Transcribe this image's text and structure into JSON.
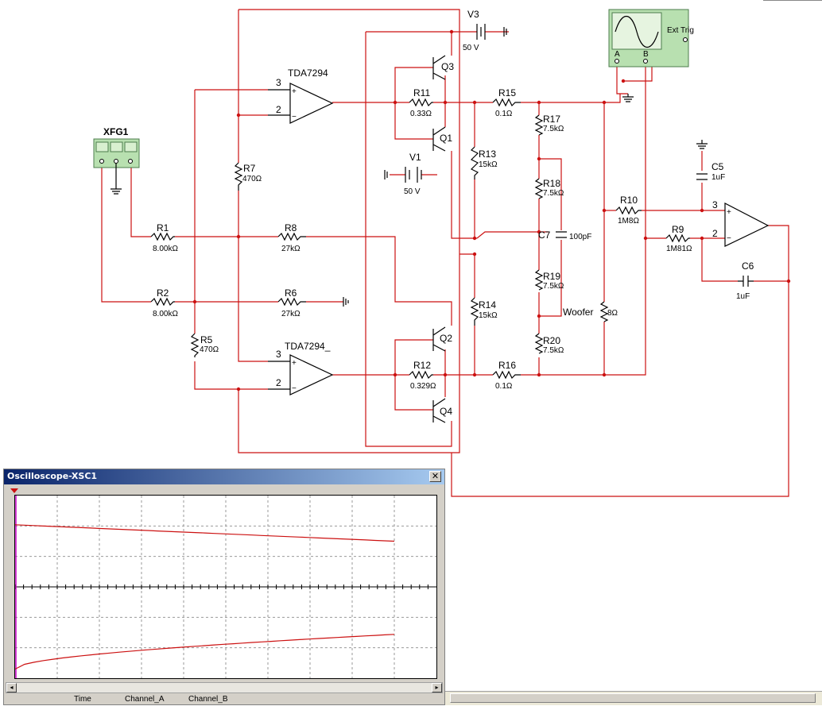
{
  "schematic": {
    "function_generator": {
      "label": "XFG1"
    },
    "oscilloscope_instrument": {
      "ext_trig": "Ext Trig",
      "ch_a": "A",
      "ch_b": "B"
    },
    "amps": [
      {
        "name": "TDA7294",
        "pin_plus": "3",
        "pin_minus": "2"
      },
      {
        "name": "TDA7294_",
        "pin_plus": "3",
        "pin_minus": "2"
      },
      {
        "pin_plus": "3",
        "pin_minus": "2"
      }
    ],
    "batteries": [
      {
        "name": "V3",
        "value": "50 V"
      },
      {
        "name": "V1",
        "value": "50 V"
      }
    ],
    "transistors": [
      "Q3",
      "Q1",
      "Q2",
      "Q4"
    ],
    "resistors": [
      {
        "name": "R1",
        "value": "8.00kΩ"
      },
      {
        "name": "R2",
        "value": "8.00kΩ"
      },
      {
        "name": "R5",
        "value": "470Ω"
      },
      {
        "name": "R6",
        "value": "27kΩ"
      },
      {
        "name": "R7",
        "value": "470Ω"
      },
      {
        "name": "R8",
        "value": "27kΩ"
      },
      {
        "name": "R9",
        "value": "1M81Ω"
      },
      {
        "name": "R10",
        "value": "1M8Ω"
      },
      {
        "name": "R11",
        "value": "0.33Ω"
      },
      {
        "name": "R12",
        "value": "0.329Ω"
      },
      {
        "name": "R13",
        "value": "15kΩ"
      },
      {
        "name": "R14",
        "value": "15kΩ"
      },
      {
        "name": "R15",
        "value": "0.1Ω"
      },
      {
        "name": "R16",
        "value": "0.1Ω"
      },
      {
        "name": "R17",
        "value": "7.5kΩ"
      },
      {
        "name": "R18",
        "value": "7.5kΩ"
      },
      {
        "name": "R19",
        "value": "7.5kΩ"
      },
      {
        "name": "R20",
        "value": "7.5kΩ"
      }
    ],
    "capacitors": [
      {
        "name": "C5",
        "value": "1uF"
      },
      {
        "name": "C6",
        "value": "1uF"
      },
      {
        "name": "C7",
        "value": "100pF"
      }
    ],
    "speaker": {
      "name": "Woofer",
      "value": "8Ω"
    }
  },
  "oscilloscope_window": {
    "title": "Oscilloscope-XSC1",
    "close_glyph": "✕",
    "footer_columns": [
      "Time",
      "Channel_A",
      "Channel_B"
    ],
    "trace_color": "#cc1111",
    "channel_a_trace": {
      "start": 0.68,
      "end": 0.5
    },
    "channel_b_trace": {
      "start": -0.9,
      "end": -0.52
    }
  },
  "colors": {
    "wire": "#cc1111",
    "titlebar": "#0a246a"
  }
}
